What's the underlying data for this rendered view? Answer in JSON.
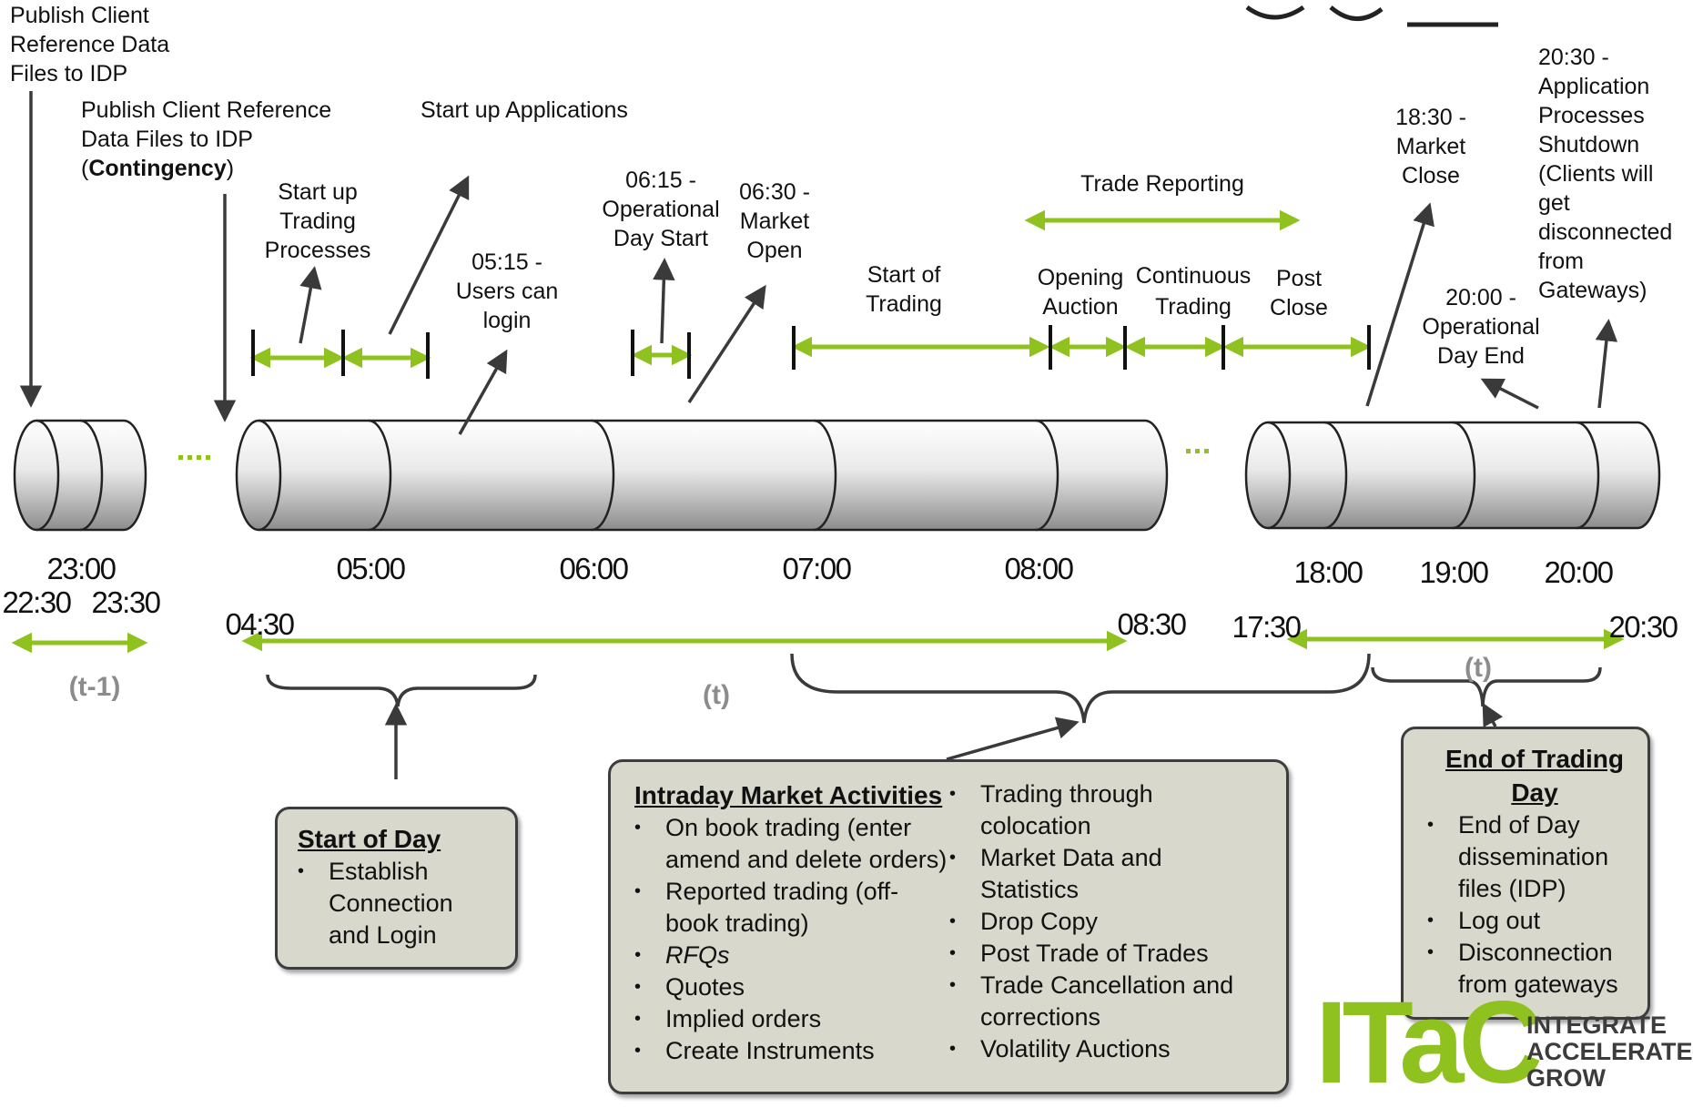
{
  "labels": {
    "publish_ref": [
      "Publish Client",
      "Reference Data",
      "Files to IDP"
    ],
    "publish_contingency": [
      "Publish Client Reference",
      "Data Files to IDP"
    ],
    "contingency_open": "(",
    "contingency_bold": "Contingency",
    "contingency_close": ")",
    "startup_apps": "Start up Applications",
    "startup_trading": [
      "Start up",
      "Trading",
      "Processes"
    ],
    "users_login": [
      "05:15 -",
      "Users can",
      "login"
    ],
    "op_day_start": [
      "06:15 -",
      "Operational",
      "Day Start"
    ],
    "market_open": [
      "06:30 -",
      "Market",
      "Open"
    ],
    "start_of_trading": [
      "Start of",
      "Trading"
    ],
    "trade_reporting": "Trade Reporting",
    "opening_auction": [
      "Opening",
      "Auction"
    ],
    "continuous_trading": [
      "Continuous",
      "Trading"
    ],
    "post_close": [
      "Post",
      "Close"
    ],
    "market_close": [
      "18:30 -",
      "Market",
      "Close"
    ],
    "op_day_end": [
      "20:00 -",
      "Operational",
      "Day End"
    ],
    "app_shutdown": [
      "20:30 -",
      "Application",
      "Processes",
      "Shutdown",
      "(Clients will",
      "get",
      "disconnected",
      "from",
      "Gateways)"
    ]
  },
  "times": {
    "t2300": "23:00",
    "t2230": "22:30",
    "t2330": "23:30",
    "t0500": "05:00",
    "t0600": "06:00",
    "t0700": "07:00",
    "t0800": "08:00",
    "t1800": "18:00",
    "t1900": "19:00",
    "t2000": "20:00",
    "t0430": "04:30",
    "t0830": "08:30",
    "t1730": "17:30",
    "t2030": "20:30"
  },
  "periods": {
    "prev": "(t-1)",
    "current": "(t)",
    "end": "(t)"
  },
  "start_of_day": {
    "title": "Start of Day",
    "items": [
      "Establish Connection and Login"
    ]
  },
  "intraday": {
    "title": "Intraday Market Activities",
    "left_items": [
      {
        "text": "On book trading (enter amend and delete orders)",
        "italic": false
      },
      {
        "text": "Reported trading (off-book trading)",
        "italic": false
      },
      {
        "text": "RFQs",
        "italic": true
      },
      {
        "text": "Quotes",
        "italic": false
      },
      {
        "text": "Implied orders",
        "italic": false
      },
      {
        "text": "Create Instruments",
        "italic": false
      }
    ],
    "right_items": [
      "Trading through colocation",
      "Market Data and Statistics",
      "Drop Copy",
      "Post Trade of Trades",
      "Trade Cancellation and corrections",
      "Volatility Auctions"
    ]
  },
  "end_of_day": {
    "title": "End of Trading Day",
    "items": [
      "End of Day dissemination files (IDP)",
      "Log out",
      "Disconnection from gateways"
    ]
  },
  "logo": {
    "mark": "ITaC",
    "lines": [
      "INTEGRATE",
      "ACCELERATE",
      "GROW"
    ]
  },
  "colors": {
    "arrow_green": "#8fc21f",
    "box_fill": "#d8d8cc",
    "box_border": "#3d3d3d",
    "period_grey": "#8c8c8c"
  }
}
